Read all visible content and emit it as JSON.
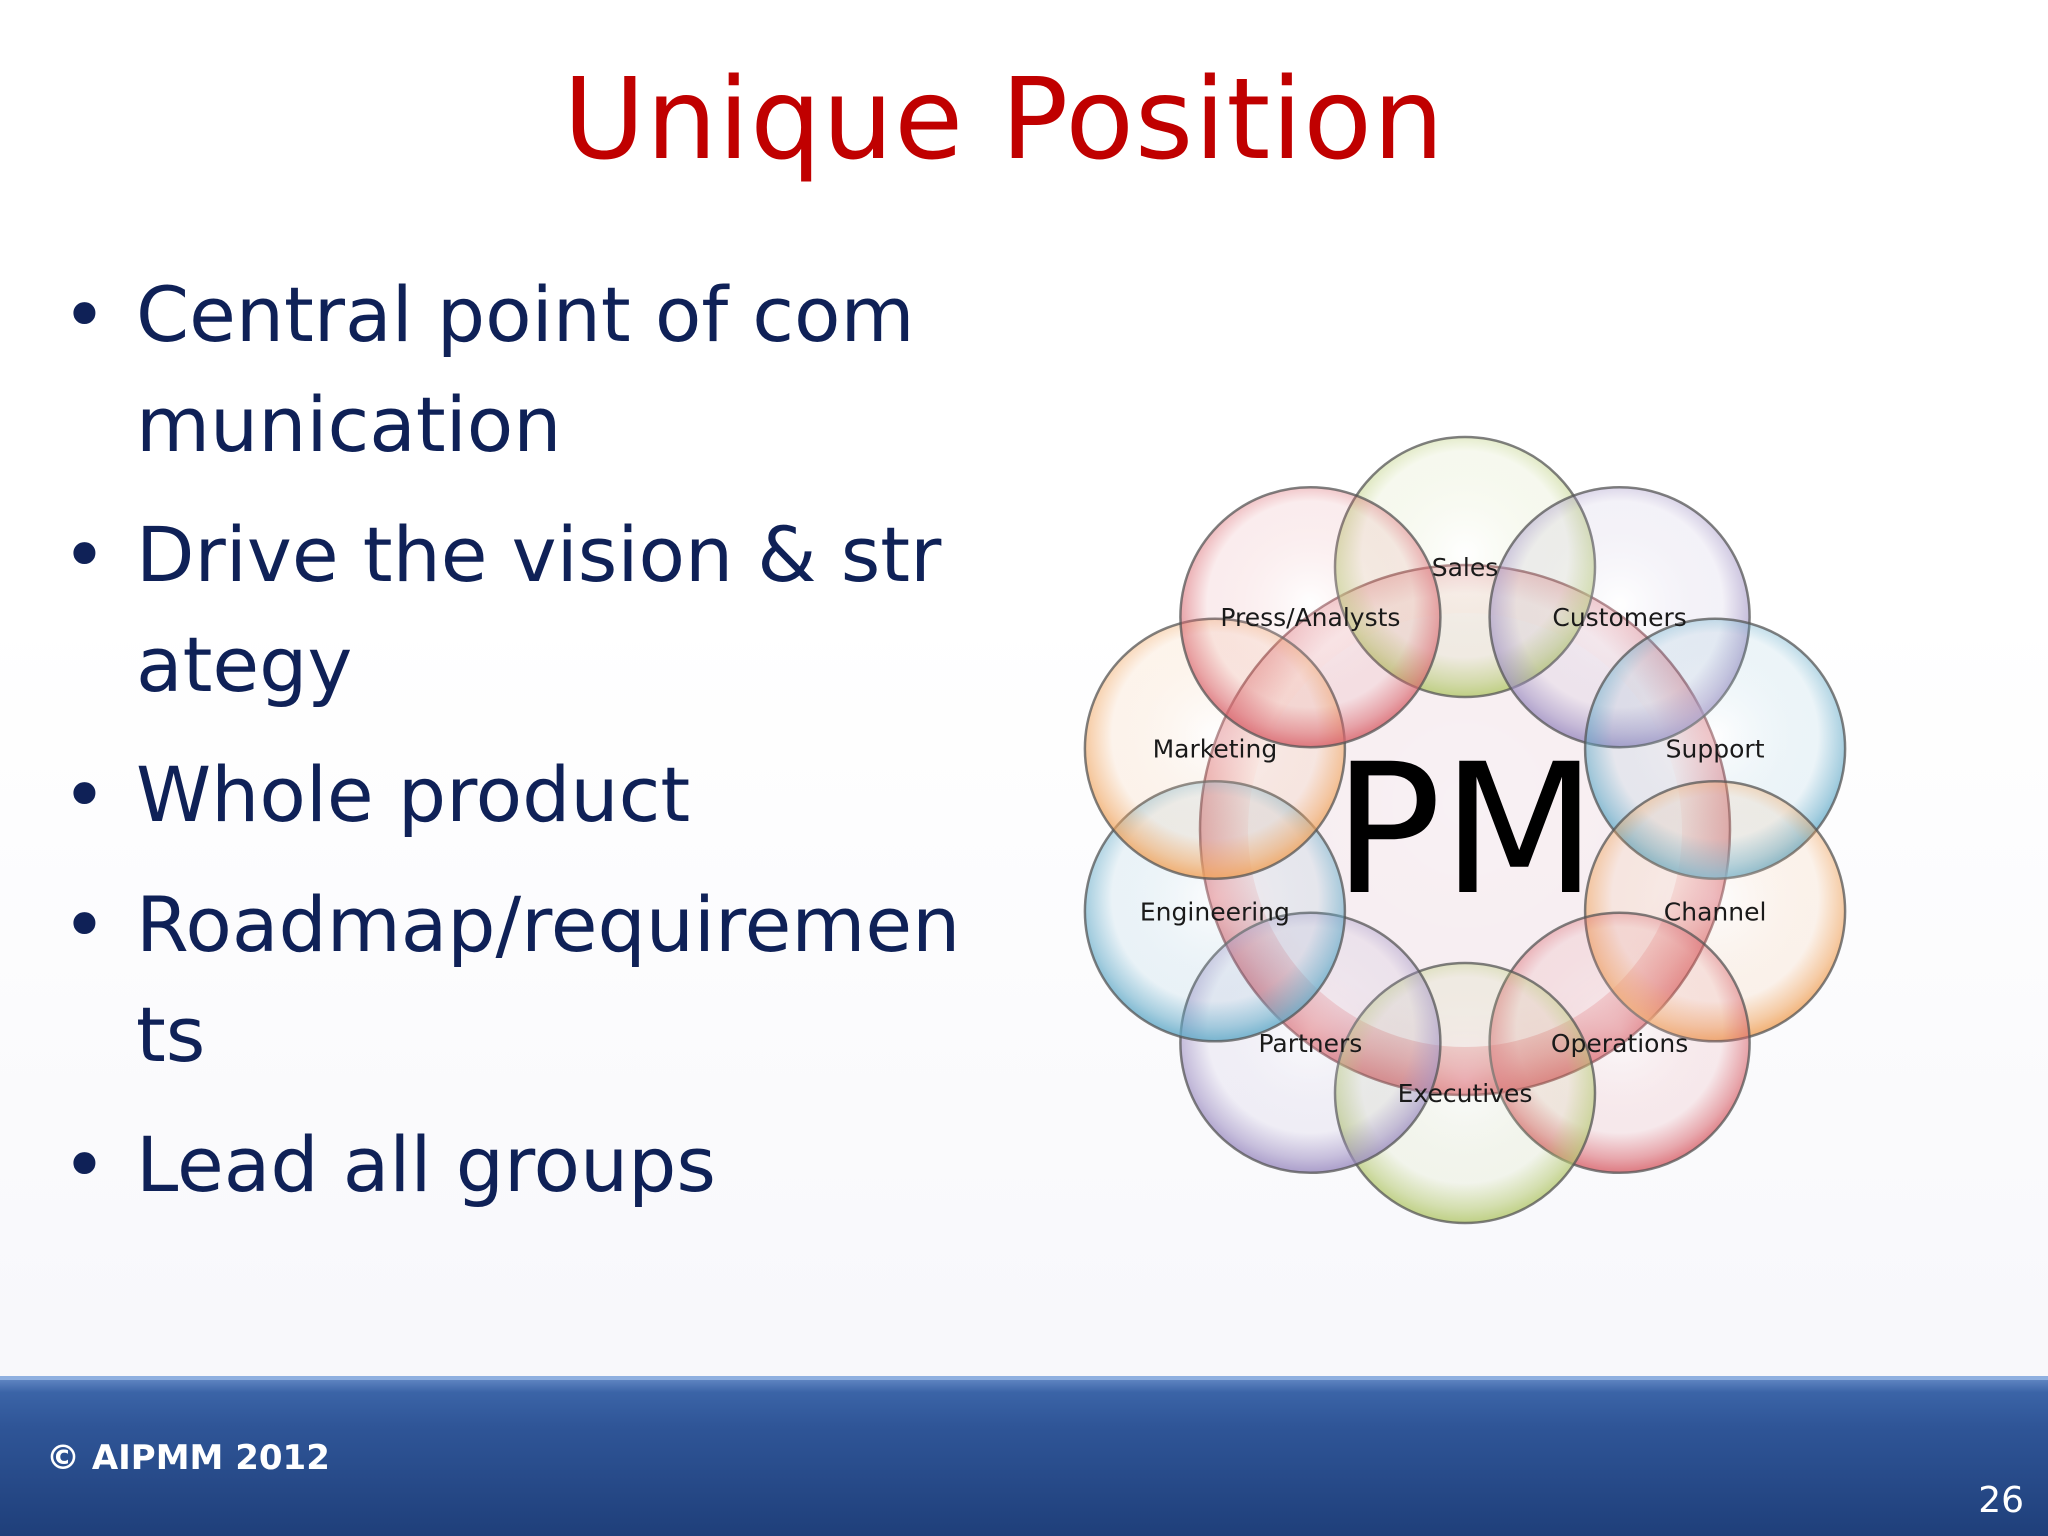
{
  "slide": {
    "title": "Unique Position",
    "bullets": [
      "Central point of communication",
      "Drive the vision & strategy",
      "Whole product",
      "Roadmap/requirements",
      "Lead all groups"
    ],
    "bullet_symbol": "•"
  },
  "diagram": {
    "center_label": "PM",
    "nodes": [
      {
        "label": "Sales",
        "color": "#b5c970"
      },
      {
        "label": "Customers",
        "color": "#9d8ec2"
      },
      {
        "label": "Support",
        "color": "#62aac8"
      },
      {
        "label": "Channel",
        "color": "#f0a35c"
      },
      {
        "label": "Operations",
        "color": "#d9646c"
      },
      {
        "label": "Executives",
        "color": "#b5c970"
      },
      {
        "label": "Partners",
        "color": "#9d8ec2"
      },
      {
        "label": "Engineering",
        "color": "#62aac8"
      },
      {
        "label": "Marketing",
        "color": "#f0a35c"
      },
      {
        "label": "Press/Analysts",
        "color": "#d9646c"
      }
    ],
    "center_color": "#d9646c"
  },
  "footer": {
    "copyright": "© AIPMM 2012",
    "page_number": "26"
  }
}
